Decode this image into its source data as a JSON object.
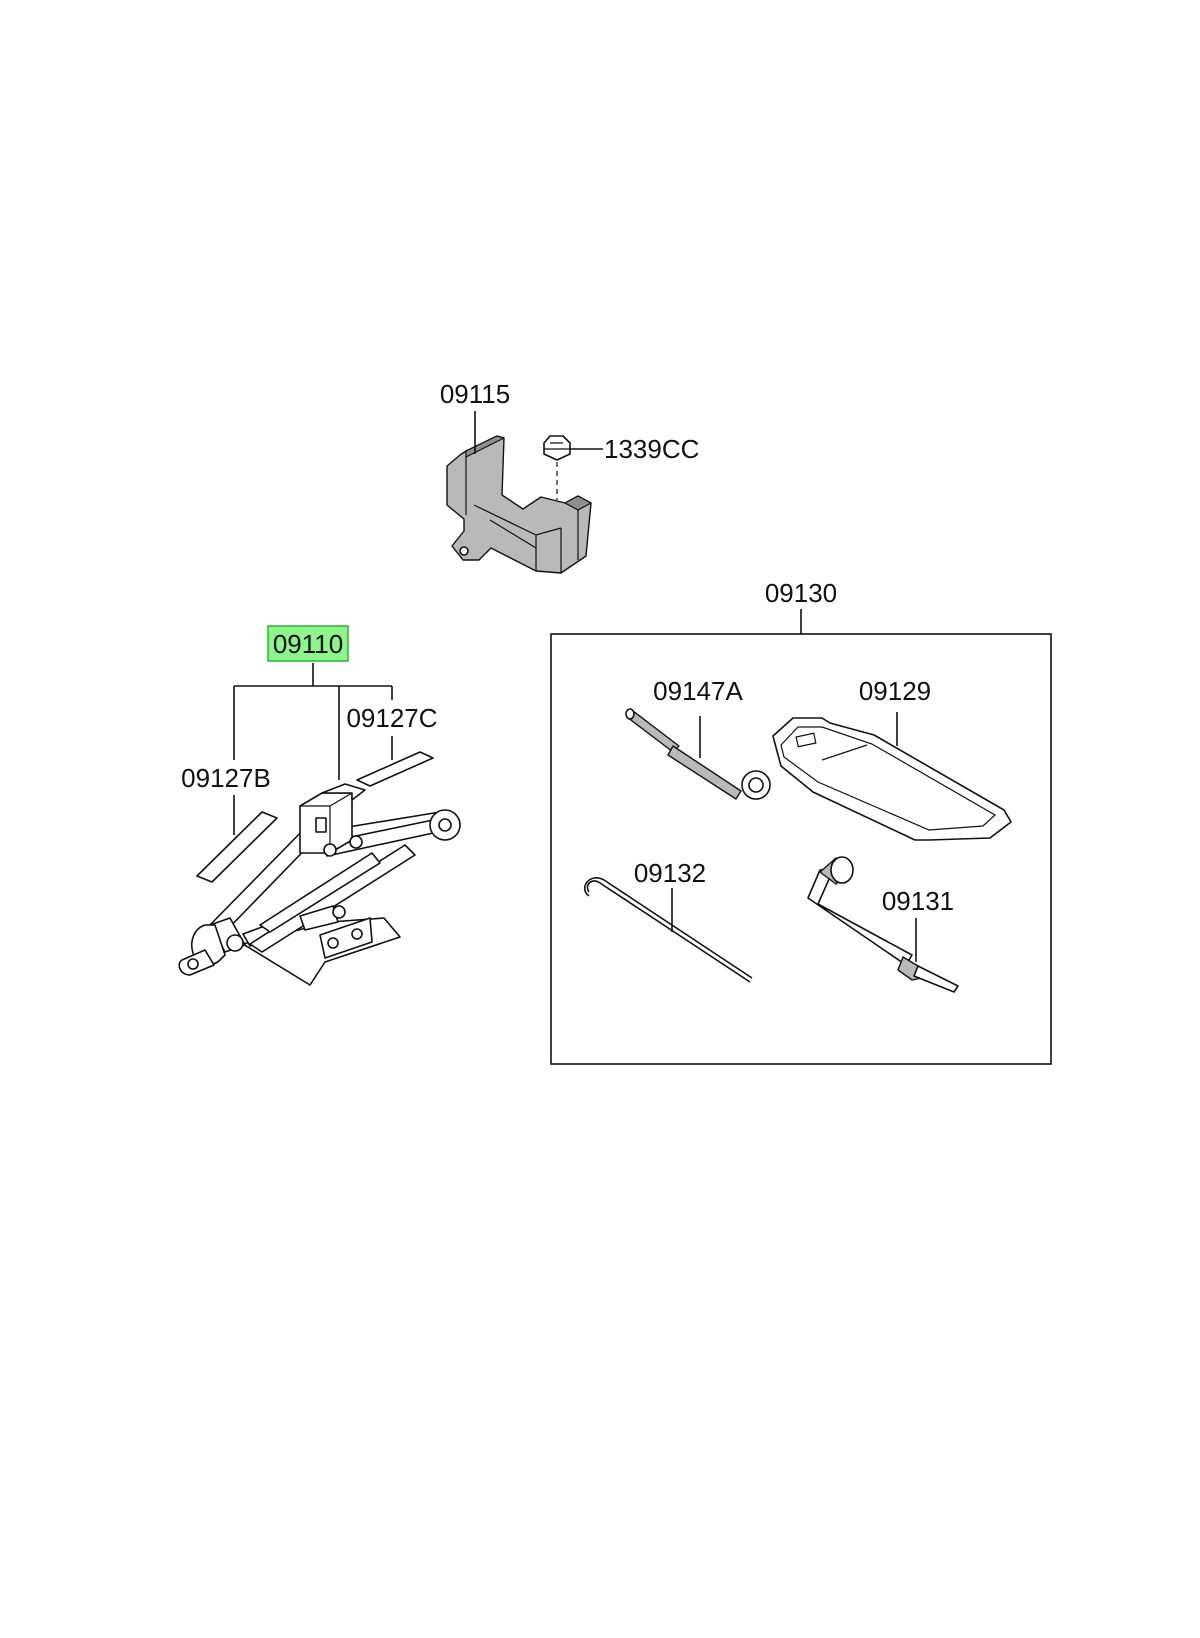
{
  "callouts": {
    "c09115": "09115",
    "c1339CC": "1339CC",
    "c09130": "09130",
    "c09110": "09110",
    "c09127C": "09127C",
    "c09127B": "09127B",
    "c09147A": "09147A",
    "c09129": "09129",
    "c09132": "09132",
    "c09131": "09131"
  },
  "highlight": {
    "fill": "#8ef58e",
    "stroke": "#2db52d"
  }
}
